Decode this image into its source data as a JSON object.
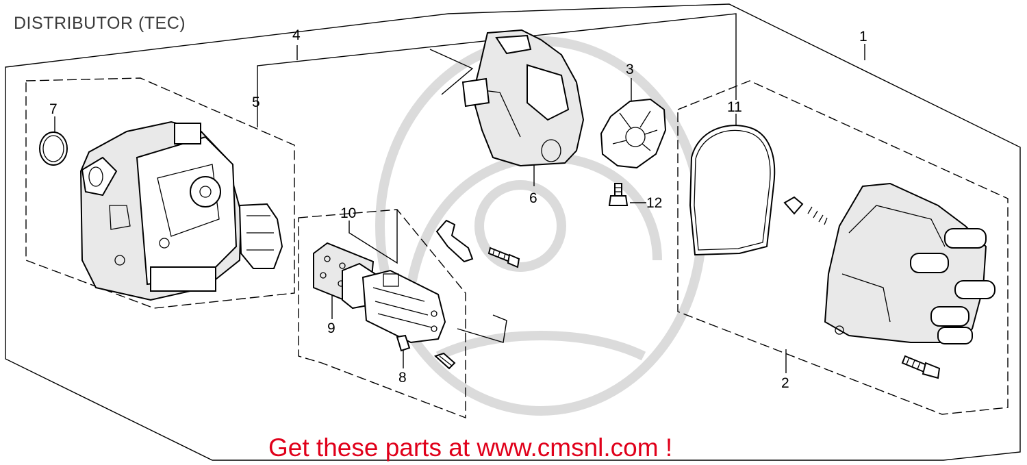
{
  "header": {
    "title": "DISTRIBUTOR (TEC)"
  },
  "footer": {
    "promo": "Get these parts at www.cmsnl.com !"
  },
  "callouts": [
    {
      "id": "1",
      "label": "1"
    },
    {
      "id": "2",
      "label": "2"
    },
    {
      "id": "3",
      "label": "3"
    },
    {
      "id": "4",
      "label": "4"
    },
    {
      "id": "5",
      "label": "5"
    },
    {
      "id": "6",
      "label": "6"
    },
    {
      "id": "7",
      "label": "7"
    },
    {
      "id": "8",
      "label": "8"
    },
    {
      "id": "9",
      "label": "9"
    },
    {
      "id": "10",
      "label": "10"
    },
    {
      "id": "11",
      "label": "11"
    },
    {
      "id": "12",
      "label": "12"
    }
  ],
  "parts": [
    {
      "name": "distributor-housing-icon"
    },
    {
      "name": "o-ring-icon"
    },
    {
      "name": "ignition-coil-module-icon"
    },
    {
      "name": "rotor-cover-icon"
    },
    {
      "name": "rotor-icon"
    },
    {
      "name": "cap-gasket-icon"
    },
    {
      "name": "distributor-cap-icon"
    },
    {
      "name": "screw-icon"
    }
  ],
  "colors": {
    "promo": "#e0001a",
    "title": "#3a3a3a",
    "lines": "#000000",
    "watermark": "#d8d8d8"
  }
}
